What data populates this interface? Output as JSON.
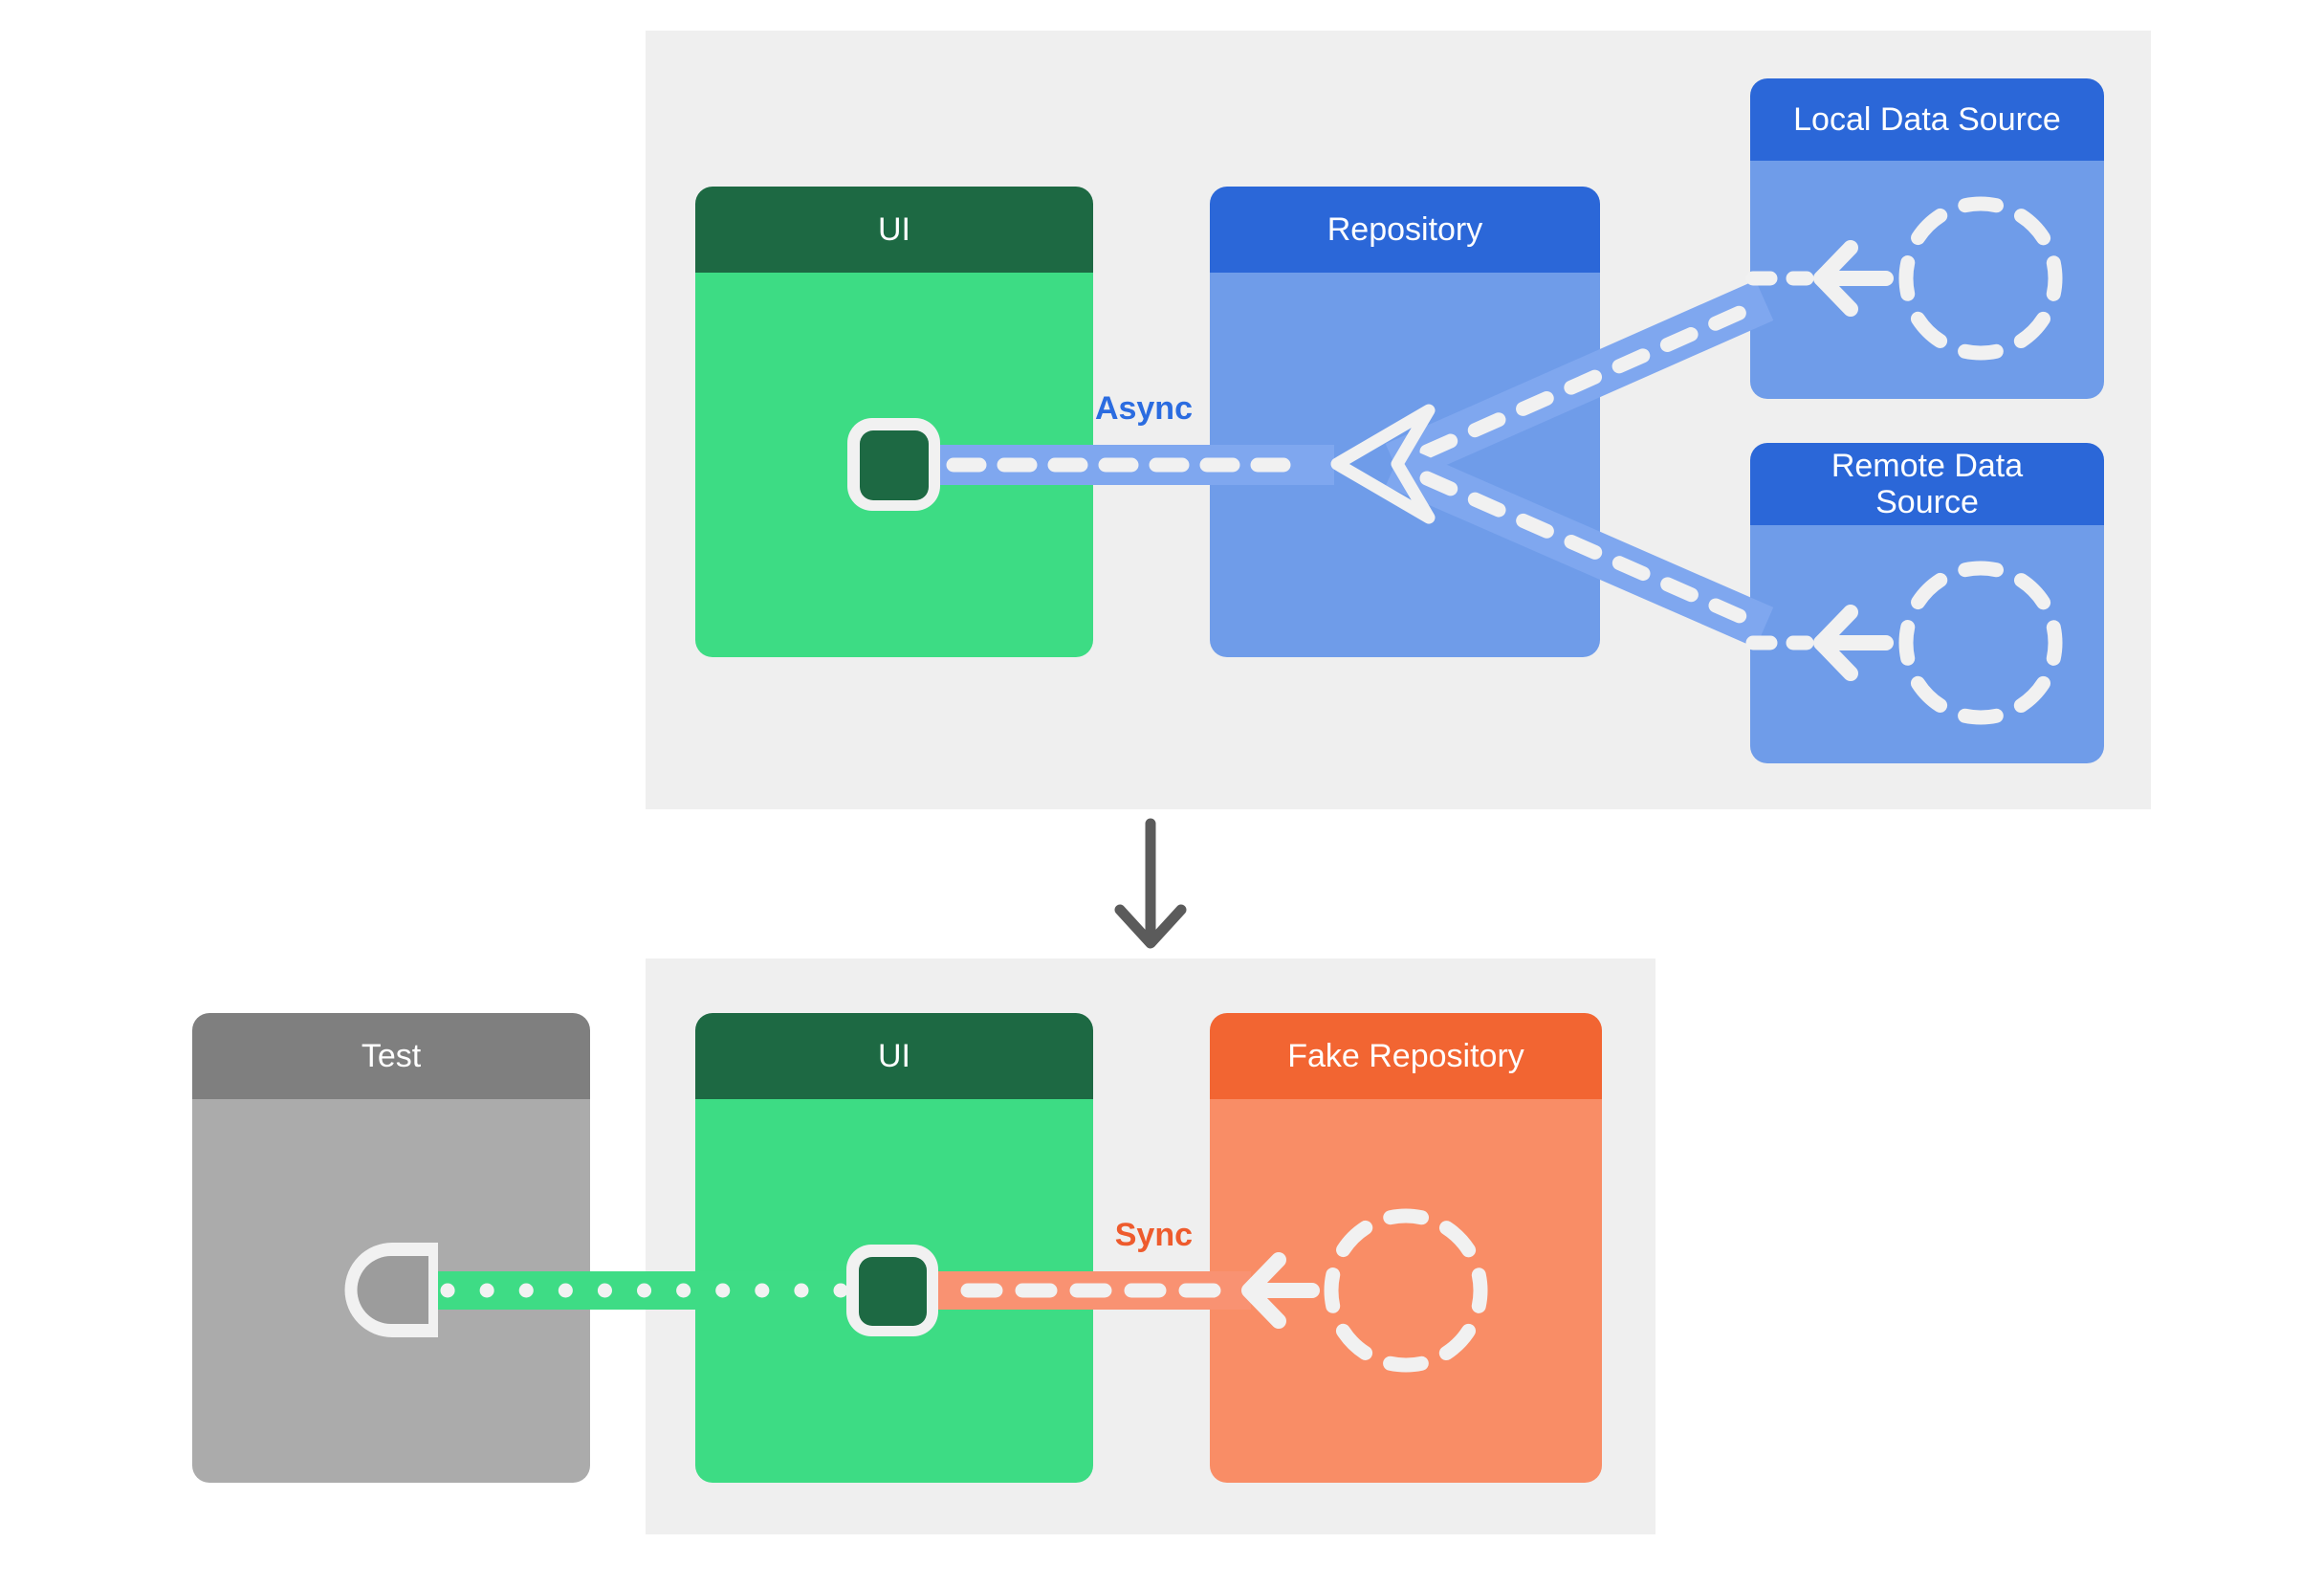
{
  "boxes": {
    "top_ui": {
      "label": "UI"
    },
    "repository": {
      "label": "Repository"
    },
    "local_data_source": {
      "label": "Local Data Source"
    },
    "remote_data_source": {
      "label": "Remote Data Source"
    },
    "test": {
      "label": "Test"
    },
    "bottom_ui": {
      "label": "UI"
    },
    "fake_repository": {
      "label": "Fake Repository"
    }
  },
  "labels": {
    "async": "Async",
    "sync": "Sync"
  },
  "colors": {
    "android_green": "#3ddc84",
    "dark_green_header": "#1d6943",
    "blue_header": "#2b67d8",
    "light_blue_body": "#6f9ce9",
    "light_blue_band": "#7fa7ef",
    "gray_header": "#7f7f7f",
    "gray_body": "#ababab",
    "orange_header": "#f26532",
    "orange_body": "#f98d66",
    "salmon_band": "#f99272",
    "green_band": "#3edc85",
    "async_text": "#2b6ce0",
    "sync_text": "#ee5b2d",
    "panel_background": "#efefef",
    "connector_white": "#f1f1f1",
    "down_arrow_gray": "#5b5b5b"
  }
}
